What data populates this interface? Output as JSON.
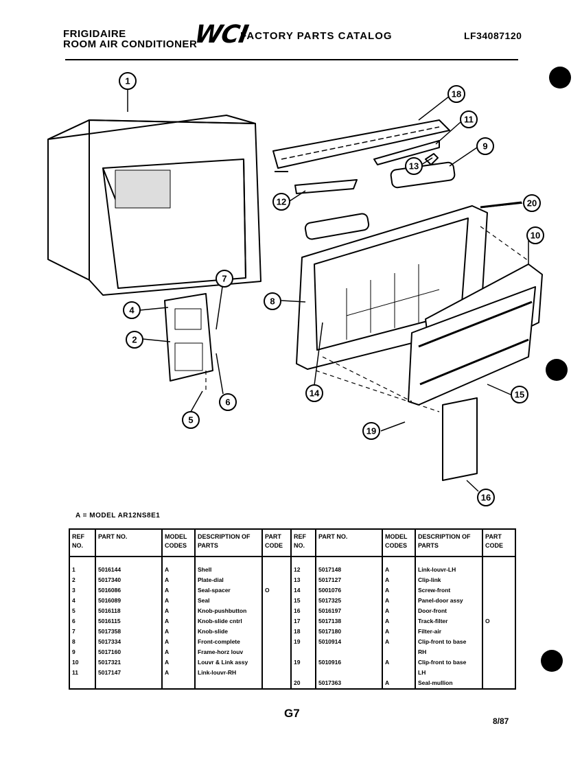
{
  "header": {
    "brand": "FRIGIDAIRE",
    "product": "ROOM AIR CONDITIONER",
    "logo": "WCI",
    "catalog_title": "FACTORY PARTS CATALOG",
    "document_number": "LF34087120"
  },
  "callouts": [
    "1",
    "18",
    "11",
    "9",
    "13",
    "12",
    "20",
    "10",
    "7",
    "4",
    "8",
    "2",
    "6",
    "14",
    "15",
    "19",
    "5",
    "16"
  ],
  "model_note": "A = MODEL AR12NS8E1",
  "table": {
    "headers": {
      "ref_no": "REF NO.",
      "part_no": "PART NO.",
      "model_codes": "MODEL CODES",
      "description": "DESCRIPTION OF PARTS",
      "part_code": "PART CODE"
    },
    "left": [
      {
        "ref": "1",
        "part": "5016144",
        "model": "A",
        "desc": "Shell",
        "code": ""
      },
      {
        "ref": "2",
        "part": "5017340",
        "model": "A",
        "desc": "Plate-dial",
        "code": ""
      },
      {
        "ref": "3",
        "part": "5016086",
        "model": "A",
        "desc": "Seal-spacer",
        "code": "O"
      },
      {
        "ref": "4",
        "part": "5016089",
        "model": "A",
        "desc": "Seal",
        "code": ""
      },
      {
        "ref": "5",
        "part": "5016118",
        "model": "A",
        "desc": "Knob-pushbutton",
        "code": ""
      },
      {
        "ref": "6",
        "part": "5016115",
        "model": "A",
        "desc": "Knob-slide cntrl",
        "code": ""
      },
      {
        "ref": "7",
        "part": "5017358",
        "model": "A",
        "desc": "Knob-slide",
        "code": ""
      },
      {
        "ref": "8",
        "part": "5017334",
        "model": "A",
        "desc": "Front-complete",
        "code": ""
      },
      {
        "ref": "9",
        "part": "5017160",
        "model": "A",
        "desc": "Frame-horz louv",
        "code": ""
      },
      {
        "ref": "10",
        "part": "5017321",
        "model": "A",
        "desc": "Louvr & Link assy",
        "code": ""
      },
      {
        "ref": "11",
        "part": "5017147",
        "model": "A",
        "desc": "Link-louvr-RH",
        "code": ""
      }
    ],
    "right": [
      {
        "ref": "12",
        "part": "5017148",
        "model": "A",
        "desc": "Link-louvr-LH",
        "code": ""
      },
      {
        "ref": "13",
        "part": "5017127",
        "model": "A",
        "desc": "Clip-link",
        "code": ""
      },
      {
        "ref": "14",
        "part": "5001076",
        "model": "A",
        "desc": "Screw-front",
        "code": ""
      },
      {
        "ref": "15",
        "part": "5017325",
        "model": "A",
        "desc": "Panel-door assy",
        "code": ""
      },
      {
        "ref": "16",
        "part": "5016197",
        "model": "A",
        "desc": "Door-front",
        "code": ""
      },
      {
        "ref": "17",
        "part": "5017138",
        "model": "A",
        "desc": "Track-filter",
        "code": "O"
      },
      {
        "ref": "18",
        "part": "5017180",
        "model": "A",
        "desc": "Filter-air",
        "code": ""
      },
      {
        "ref": "19",
        "part": "5010914",
        "model": "A",
        "desc": "Clip-front to base",
        "code": ""
      },
      {
        "ref": "",
        "part": "",
        "model": "",
        "desc": "RH",
        "code": ""
      },
      {
        "ref": "19",
        "part": "5010916",
        "model": "A",
        "desc": "Clip-front to base",
        "code": ""
      },
      {
        "ref": "",
        "part": "",
        "model": "",
        "desc": "LH",
        "code": ""
      },
      {
        "ref": "20",
        "part": "5017363",
        "model": "A",
        "desc": "Seal-mullion",
        "code": ""
      }
    ]
  },
  "footer": {
    "page": "G7",
    "date": "8/87"
  }
}
